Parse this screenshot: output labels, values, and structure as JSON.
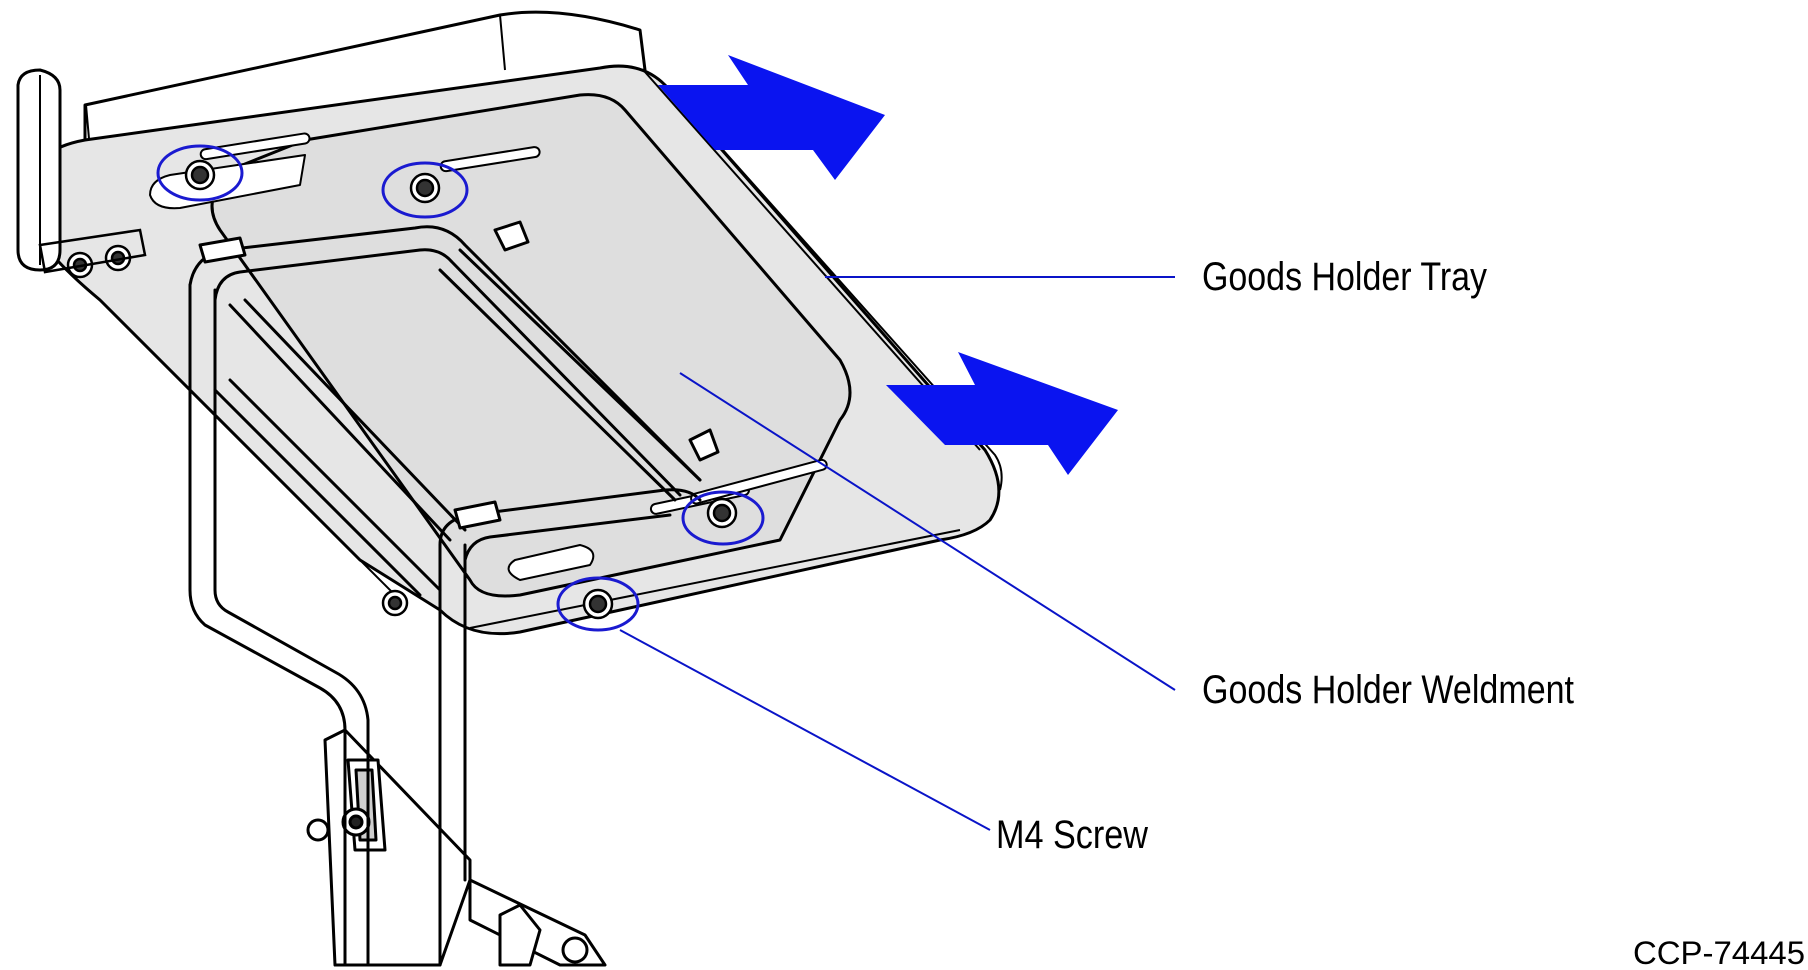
{
  "callouts": {
    "tray": "Goods Holder Tray",
    "weldment": "Goods Holder Weldment",
    "screw": "M4 Screw"
  },
  "figure_id": "CCP-74445",
  "colors": {
    "callout_line": "#0a14c8",
    "arrow_fill": "#0a14f0",
    "screw_circle": "#1a1ad0",
    "part_fill": "#e6e6e6",
    "outline": "#000000"
  }
}
